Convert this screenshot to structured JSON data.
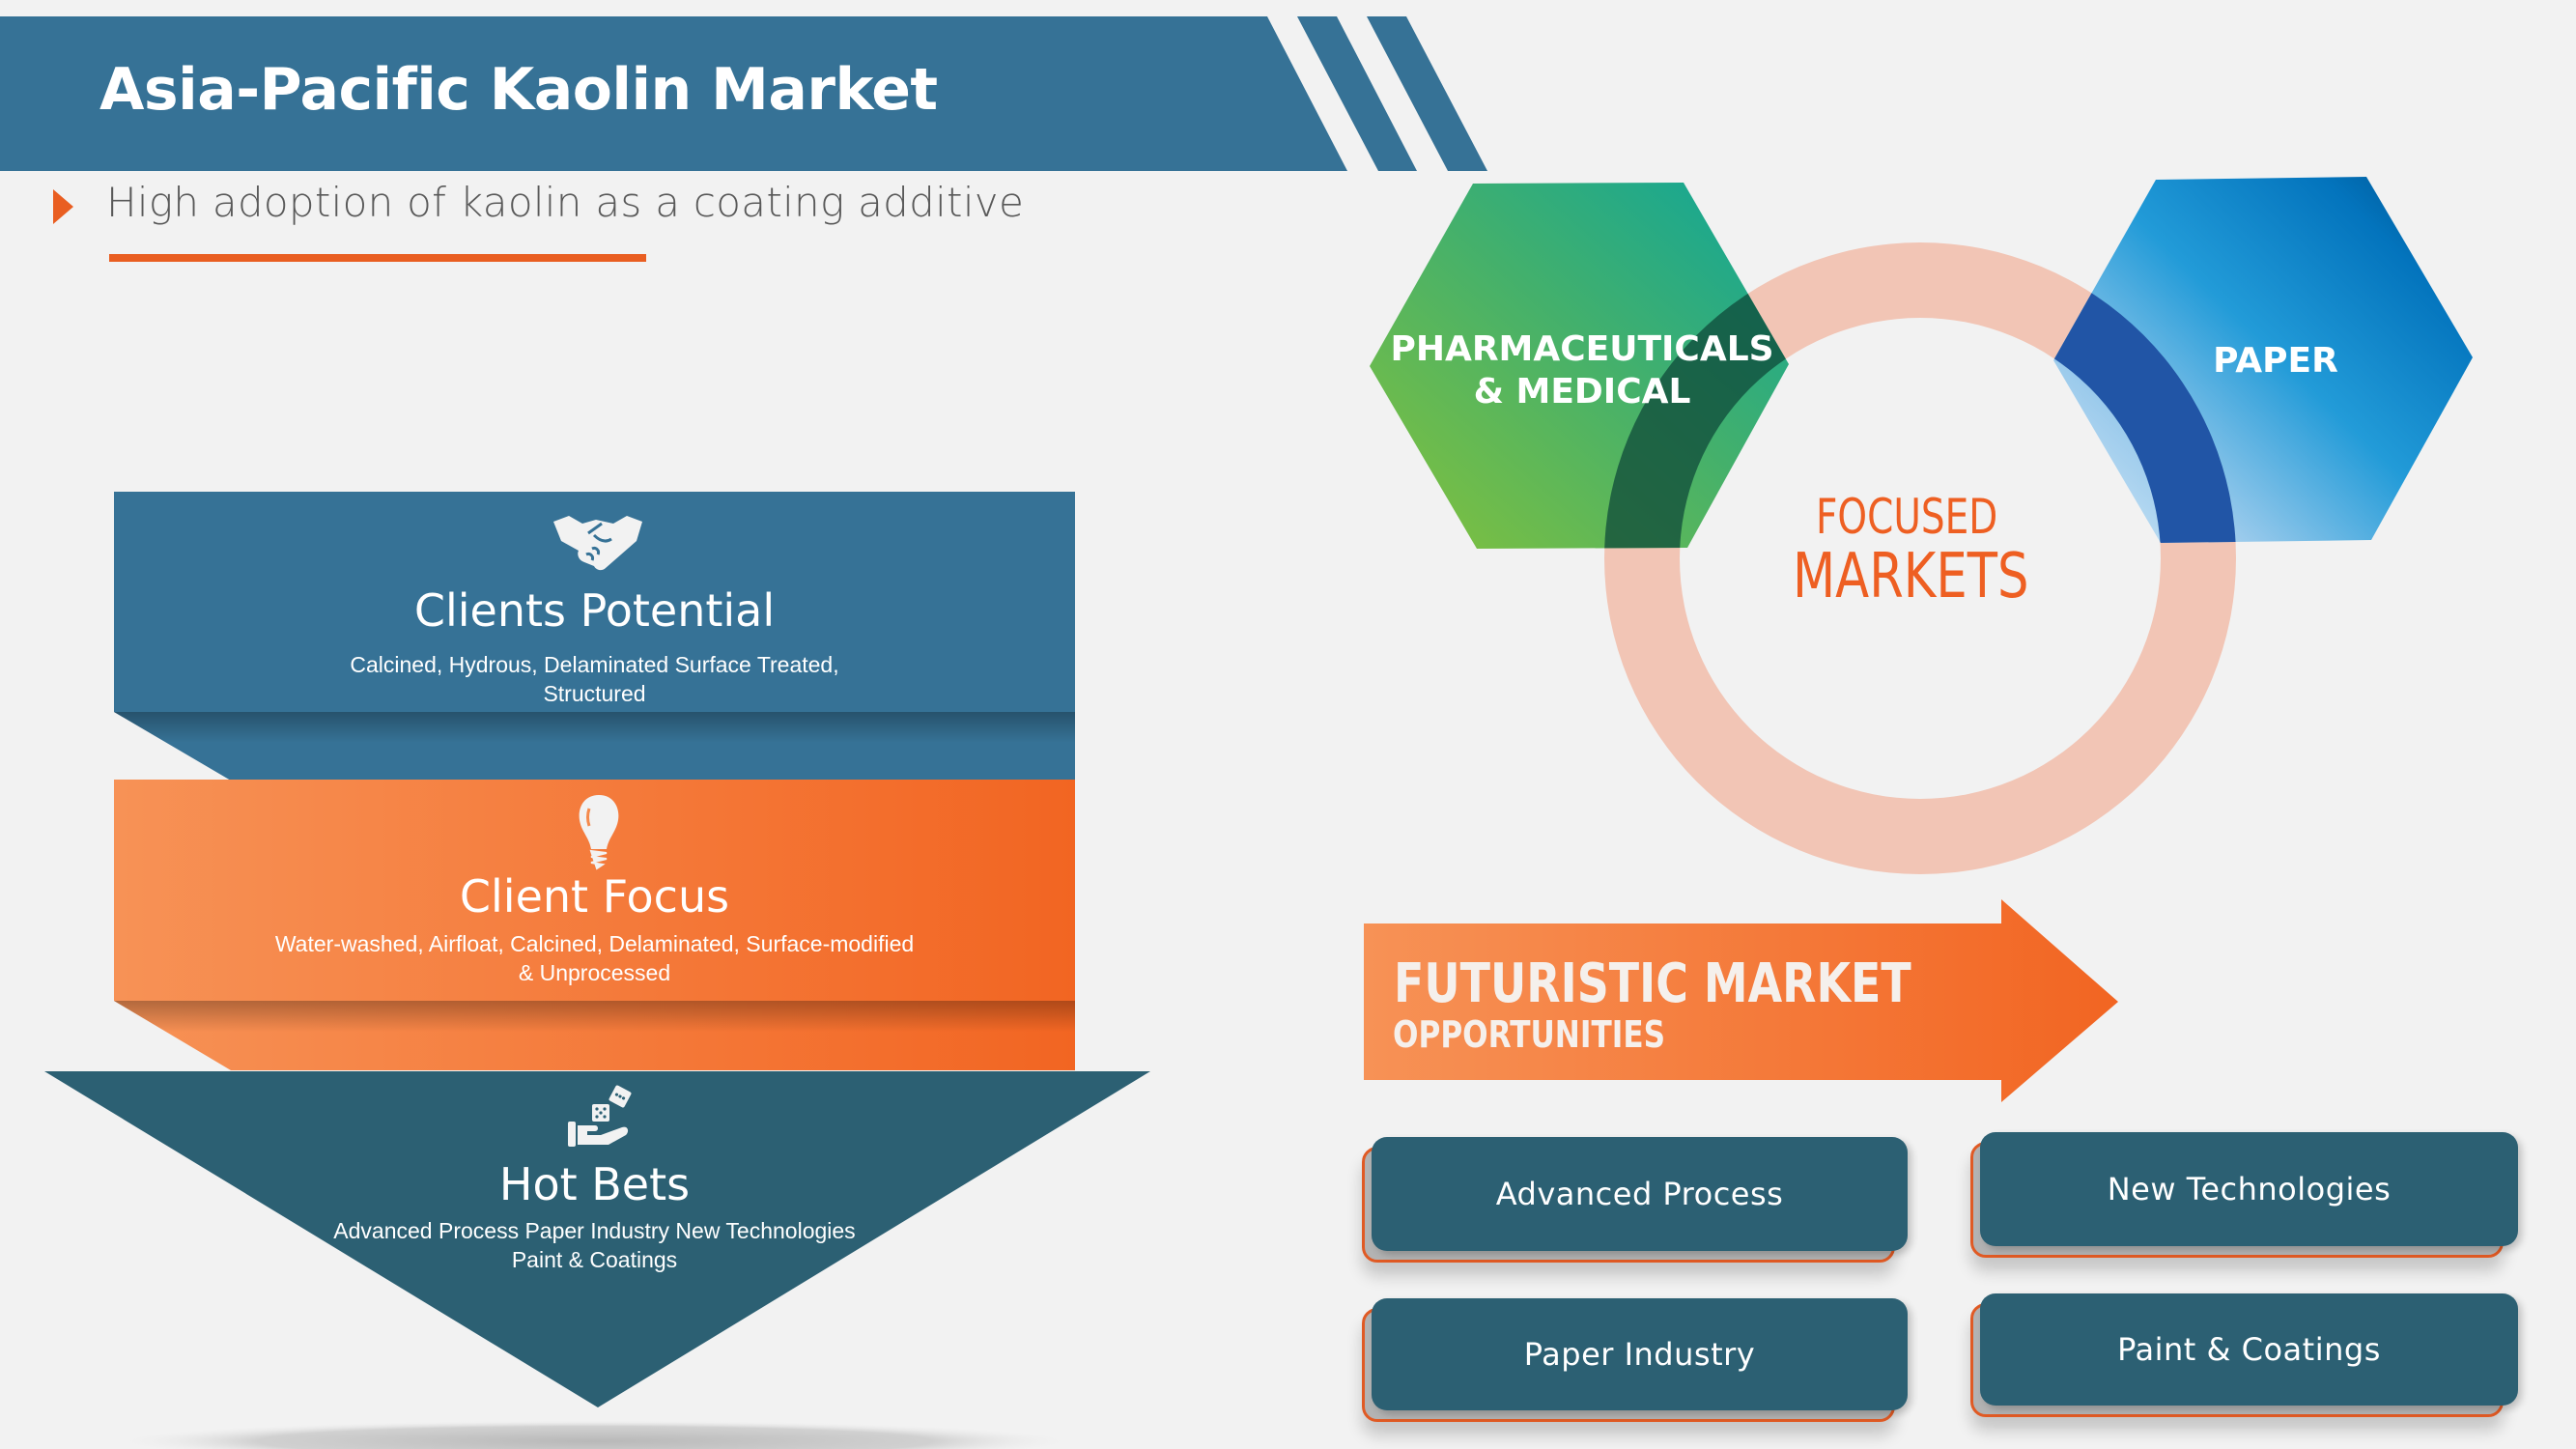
{
  "header": {
    "title": "Asia-Pacific Kaolin Market",
    "subtitle": "High adoption of kaolin as a coating additive",
    "bar_color": "#367296",
    "accent_color": "#e95e21"
  },
  "funnel": {
    "tiers": [
      {
        "icon": "handshake-icon",
        "title": "Clients Potential",
        "description_lines": [
          "Calcined, Hydrous, Delaminated Surface Treated,",
          "Structured"
        ],
        "color": "#367296"
      },
      {
        "icon": "lightbulb-icon",
        "title": "Client Focus",
        "description_lines": [
          "Water-washed, Airfloat, Calcined, Delaminated, Surface-modified",
          "& Unprocessed"
        ],
        "color_start": "#f79256",
        "color_end": "#f26522"
      },
      {
        "icon": "hand-dice-icon",
        "title": "Hot Bets",
        "description_lines": [
          "Advanced Process Paper Industry New Technologies",
          "Paint & Coatings"
        ],
        "color": "#2c6073"
      }
    ]
  },
  "focused_markets": {
    "label_line1": "FOCUSED",
    "label_line2": "MARKETS",
    "ring_color": "#f2c5b5",
    "label_color": "#ee5f22",
    "segments": [
      {
        "label_line1": "PHARMACEUTICALS",
        "label_line2": "& MEDICAL",
        "color_start": "#7dc13e",
        "color_end": "#13a596"
      },
      {
        "label_line1": "PAPER",
        "label_line2": "",
        "color_start": "#b5d8f2",
        "color_end": "#005a9c"
      }
    ]
  },
  "futuristic": {
    "title_line1": "FUTURISTIC MARKET",
    "title_line2": "OPPORTUNITIES",
    "arrow_color_start": "#f79256",
    "arrow_color_end": "#f26522",
    "opportunities": [
      {
        "label": "Advanced Process"
      },
      {
        "label": "New Technologies"
      },
      {
        "label": "Paper Industry"
      },
      {
        "label": "Paint & Coatings"
      }
    ]
  }
}
